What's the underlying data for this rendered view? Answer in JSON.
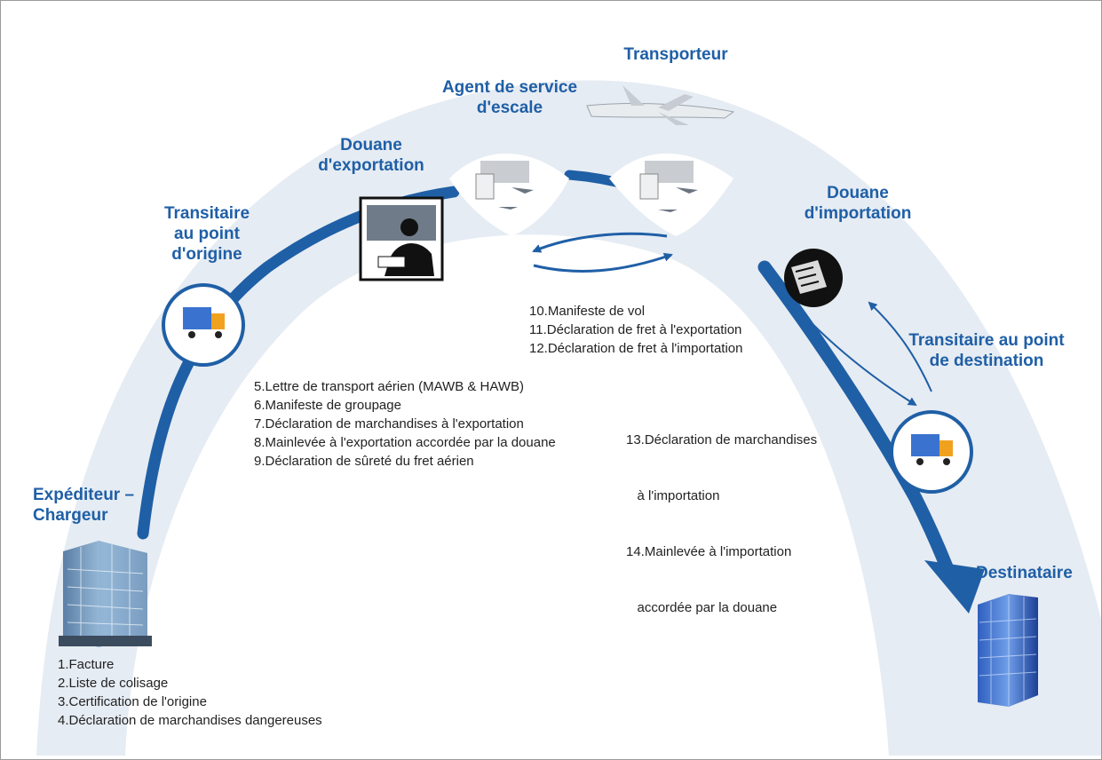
{
  "colors": {
    "arch_background": "#e6ecf3",
    "flow_blue": "#1f5fa6",
    "label_blue": "#1f5fa6",
    "text": "#222222"
  },
  "nodes": {
    "shipper": {
      "line1": "Expéditeur –",
      "line2": "Chargeur",
      "icon": "office-building-icon"
    },
    "origin_forwarder": {
      "line1": "Transitaire",
      "line2": "au point",
      "line3": "d'origine",
      "icon": "truck-icon"
    },
    "export_customs": {
      "line1": "Douane",
      "line2": "d'exportation",
      "icon": "customs-officer-icon"
    },
    "ground_handler": {
      "line1": "Agent de service",
      "line2": "d'escale",
      "icon": "airport-terminal-icon"
    },
    "carrier": {
      "line1": "Transporteur",
      "icon": "airplane-icon"
    },
    "import_customs": {
      "line1": "Douane",
      "line2": "d'importation",
      "icon": "customs-officer-icon"
    },
    "destination_forwarder": {
      "line1": "Transitaire au point",
      "line2": "de destination",
      "icon": "truck-icon"
    },
    "consignee": {
      "line1": "Destinataire",
      "icon": "office-building-icon"
    }
  },
  "documents": {
    "shipper_docs": [
      "1.Facture",
      "2.Liste de colisage",
      "3.Certification de l'origine",
      "4.Déclaration de marchandises dangereuses"
    ],
    "export_docs": [
      "5.Lettre de transport aérien (MAWB & HAWB)",
      "6.Manifeste de groupage",
      "7.Déclaration de marchandises à l'exportation",
      "8.Mainlevée à l'exportation accordée par la douane",
      "9.Déclaration de sûreté du fret aérien"
    ],
    "flight_docs": [
      "10.Manifeste de vol",
      "11.Déclaration de fret à l'exportation",
      "12.Déclaration de fret à l'importation"
    ],
    "import_docs": [
      "13.Déclaration de marchandises",
      "   à l'importation",
      "14.Mainlevée à l'importation",
      "   accordée par la douane"
    ]
  }
}
